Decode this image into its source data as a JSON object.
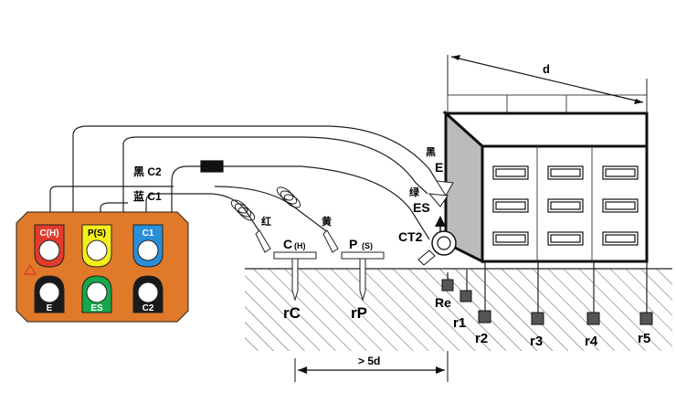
{
  "dimensions": {
    "building_width": "d",
    "distance": "> 5d"
  },
  "terminals": {
    "top": [
      "C(H)",
      "P(S)",
      "C1"
    ],
    "bottom": [
      "E",
      "ES",
      "C2"
    ],
    "colors": {
      "panel": "#E07A2A",
      "red": "#E23A2B",
      "yellow": "#F6EE1A",
      "blue": "#2A8FD9",
      "black": "#1A1A1A",
      "green": "#16A84B"
    }
  },
  "wires": {
    "c2_tag": "黑 C2",
    "c1_tag": "蓝 C1",
    "red_clip": "红",
    "yellow_clip": "黄",
    "black_clip": "黑",
    "green_clip": "绿"
  },
  "probes": {
    "c_top": "C",
    "c_sub": "(H)",
    "p_top": "P",
    "p_sub": "(S)",
    "c_label": "rC",
    "p_label": "rP"
  },
  "building": {
    "E": "E",
    "ES": "ES",
    "CT2": "CT2",
    "Re": "Re",
    "r1": "r1",
    "r2": "r2",
    "r3": "r3",
    "r4": "r4",
    "r5": "r5"
  }
}
